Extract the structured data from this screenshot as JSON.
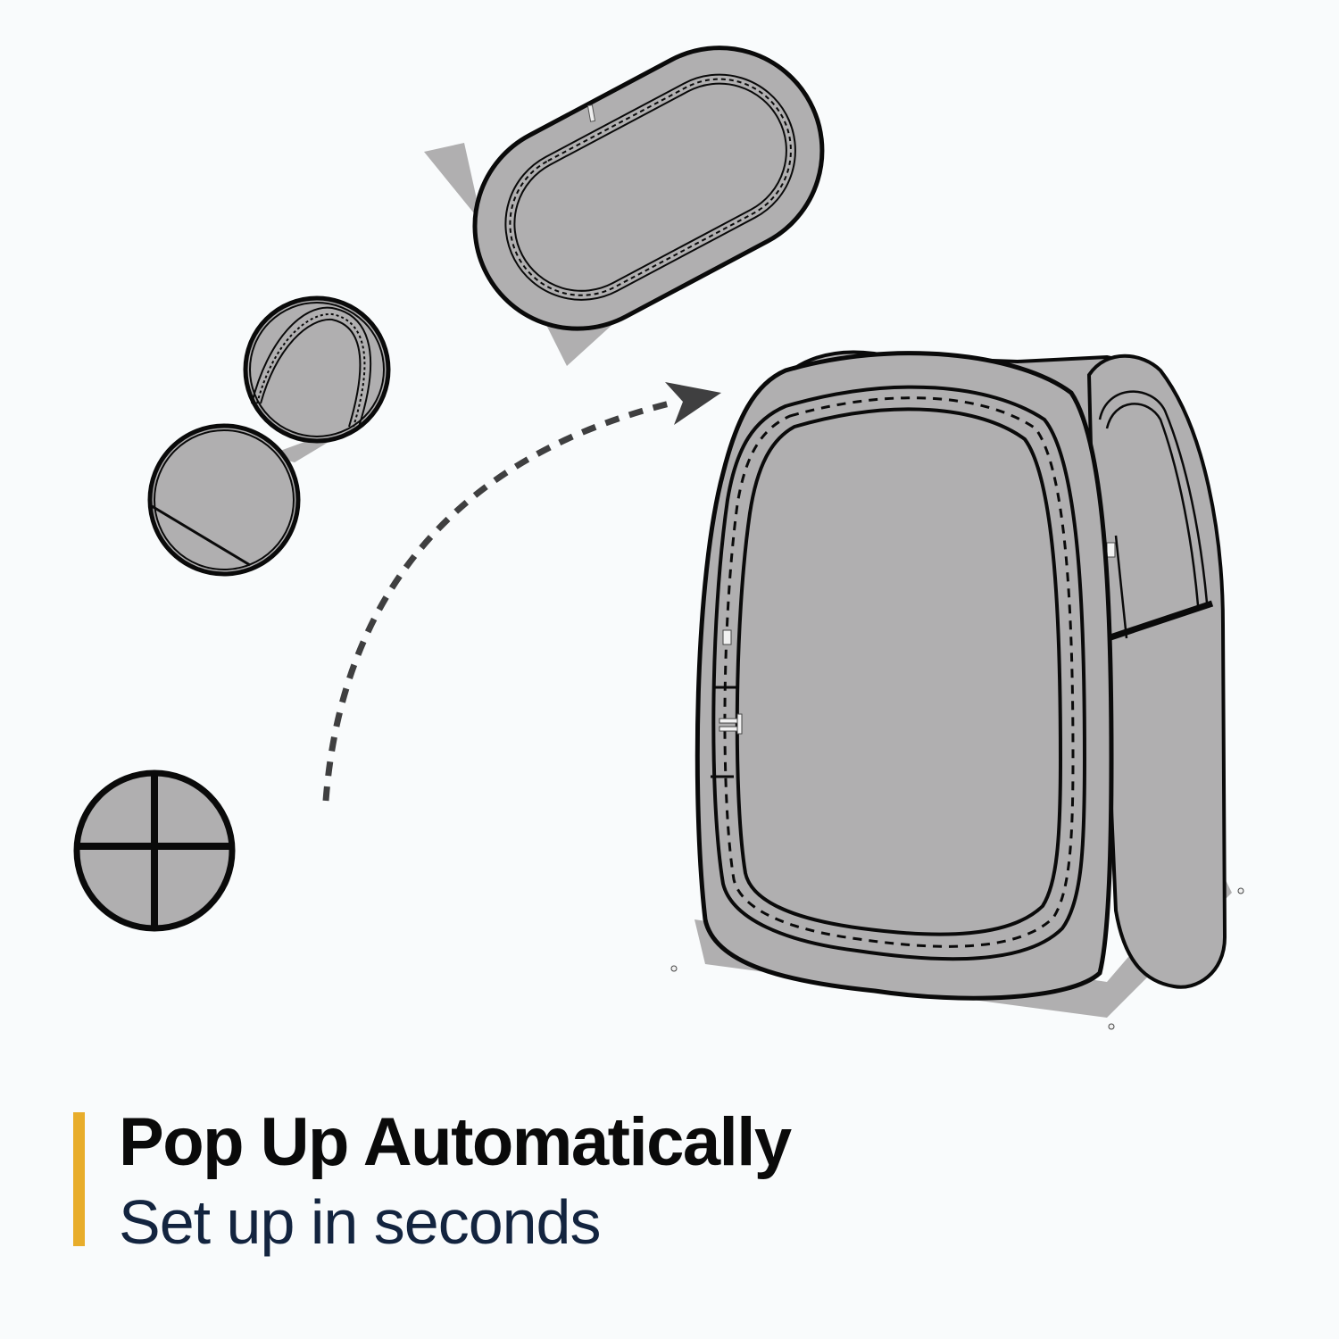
{
  "caption": {
    "headline": "Pop Up Automatically",
    "subheadline": "Set up in seconds",
    "accent_color": "#e8ad2b",
    "headline_color": "#0a0a0a",
    "subheadline_color": "#13243f"
  },
  "illustration": {
    "stages": [
      {
        "name": "folded-disc",
        "description": "Folded tent, round disc with cross straps"
      },
      {
        "name": "half-open-discs",
        "description": "Tent partially unfolding into two circles"
      },
      {
        "name": "flat-oval",
        "description": "Tent springing open, oval panel"
      },
      {
        "name": "popped-up-tent",
        "description": "Fully erected pop-up tent"
      }
    ],
    "arrow": "dotted-curve-arrow",
    "colors": {
      "fabric": "#b0afb0",
      "outline": "#0a0a0a",
      "arrow": "#3f3f40",
      "background": "#f9fbfc"
    }
  }
}
